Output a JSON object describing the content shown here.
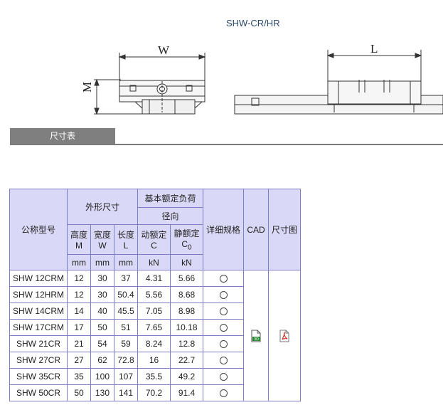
{
  "header": {
    "title": "SHW-CR/HR"
  },
  "diagram": {
    "label_w": "W",
    "label_l": "L",
    "label_m": "M"
  },
  "section": {
    "tab_label": "尺寸表"
  },
  "table": {
    "col_model": "公称型号",
    "col_outer": "外形尺寸",
    "col_load": "基本额定负荷",
    "col_radial": "径向",
    "col_h_line1": "高度",
    "col_h_line2": "M",
    "col_w_line1": "宽度",
    "col_w_line2": "W",
    "col_l_line1": "长度",
    "col_l_line2": "L",
    "col_dyn_line1": "动额定",
    "col_dyn_line2": "C",
    "col_stat_line1": "静额定",
    "col_stat_line2": "C",
    "col_stat_sub": "0",
    "col_detail": "详细规格",
    "col_cad": "CAD",
    "col_dwg": "尺寸图",
    "unit_mm": "mm",
    "unit_kn": "kN",
    "rows": [
      {
        "model": "SHW 12CRM",
        "m": "12",
        "w": "30",
        "l": "37",
        "c": "4.31",
        "c0": "5.66"
      },
      {
        "model": "SHW 12HRM",
        "m": "12",
        "w": "30",
        "l": "50.4",
        "c": "5.56",
        "c0": "8.68"
      },
      {
        "model": "SHW 14CRM",
        "m": "14",
        "w": "40",
        "l": "45.5",
        "c": "7.05",
        "c0": "8.98"
      },
      {
        "model": "SHW 17CRM",
        "m": "17",
        "w": "50",
        "l": "51",
        "c": "7.65",
        "c0": "10.18"
      },
      {
        "model": "SHW 21CR",
        "m": "21",
        "w": "54",
        "l": "59",
        "c": "8.24",
        "c0": "12.8"
      },
      {
        "model": "SHW 27CR",
        "m": "27",
        "w": "62",
        "l": "72.8",
        "c": "16",
        "c0": "22.7"
      },
      {
        "model": "SHW 35CR",
        "m": "35",
        "w": "100",
        "l": "107",
        "c": "35.5",
        "c0": "49.2"
      },
      {
        "model": "SHW 50CR",
        "m": "50",
        "w": "130",
        "l": "141",
        "c": "70.2",
        "c0": "91.4"
      }
    ]
  },
  "colors": {
    "header_bg": "#d9d9f7",
    "border": "#7d7dc7",
    "tab_bg": "#7f7f7f",
    "pdf_red": "#d23b2e",
    "cad_green": "#2e8b3a"
  },
  "icons": {
    "cad": "cad-file-icon",
    "pdf": "pdf-file-icon",
    "detail": "radio-circle-icon"
  }
}
